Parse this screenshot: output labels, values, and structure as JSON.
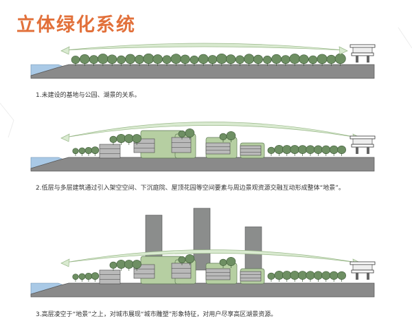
{
  "title": "立体绿化系统",
  "captions": [
    "1.未建设的基地与公园、湖景的关系。",
    "2.低层与多层建筑通过引入架空空间、下沉庭院、屋顶花园等空间要素与周边景观资源交融互动形成整体“地景”。",
    "3.高层凌空于“地景”之上，对城市展现“城市雕塑”形象特征，对用户尽享高区湖景资源。"
  ],
  "colors": {
    "title": "#e2703a",
    "tree": "#6e8f63",
    "green_mass": "#b6cfa2",
    "ground": "#8a8a8a",
    "water": "#a9c9e6",
    "tower": "#8b8d8c",
    "arrow": "#d9ead0"
  }
}
